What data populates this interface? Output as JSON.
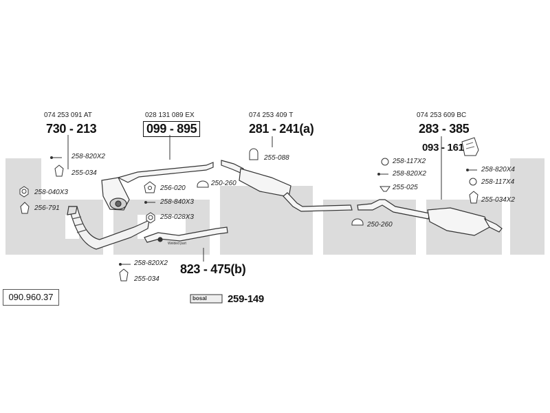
{
  "diagram_number": "090.960.37",
  "watermark": "bosal",
  "groups": [
    {
      "oe": "074 253 091 AT",
      "part": "730 - 213"
    },
    {
      "oe": "028 131 089 EX",
      "part": "099 - 895"
    },
    {
      "oe": "074 253 409 T",
      "part": "281 - 241(a)"
    },
    {
      "oe": "074 253 609 BC",
      "part": "283 - 385"
    }
  ],
  "extra_parts": {
    "rear_box": "093 - 161",
    "front_pipe": "823 - 475(b)",
    "kit": "259-149"
  },
  "welded_note": "Welded part",
  "accessories": [
    "258-820X2",
    "255-034",
    "258-040X3",
    "256-791",
    "256-020",
    "258-840X3",
    "258-028X3",
    "250-260",
    "258-820X2",
    "255-034",
    "255-088",
    "250-260",
    "258-117X2",
    "258-820X2",
    "255-025",
    "258-820X4",
    "258-117X4",
    "255-034X2"
  ]
}
